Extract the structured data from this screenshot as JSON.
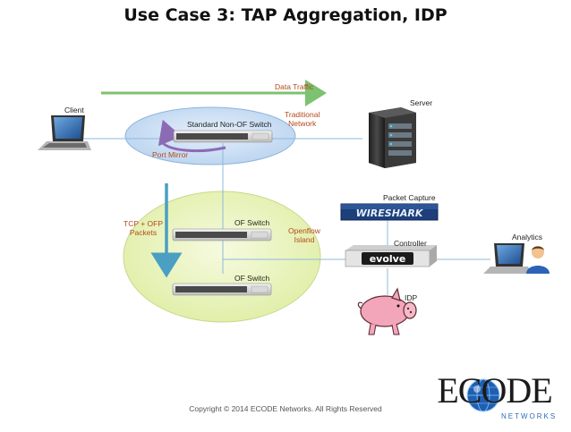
{
  "title": "Use Case 3: TAP Aggregation, IDP",
  "labels": {
    "data_traffic": "Data Traffic",
    "client": "Client",
    "server": "Server",
    "standard_switch": "Standard Non-OF Switch",
    "traditional_network": "Traditional\nNetwork",
    "port_mirror": "Port Mirror",
    "packet_capture": "Packet Capture",
    "tcp_ofp_packets": "TCP + OFP\nPackets",
    "of_switch_1": "OF Switch",
    "of_switch_2": "OF Switch",
    "openflow_island": "Openflow\nIsland",
    "controller": "Controller",
    "analytics": "Analytics",
    "idp": "IDP",
    "wireshark": "WIRESHARK",
    "evolve": "evolve"
  },
  "copyright": "Copyright © 2014 ECODE Networks. All Rights Reserved",
  "logo": {
    "main": "ECODE",
    "sub": "NETWORKS"
  },
  "colors": {
    "arrow_green": "#7cc270",
    "arrow_blue": "#4a9fc3",
    "mirror_purple": "#8c6bb5",
    "ellipse_blue": "#cfe1f5",
    "ellipse_green": "#ecf5c4",
    "line_blue": "#8fb8dc",
    "accent_red": "#b5491a"
  },
  "icons": {
    "client": "laptop-icon",
    "server": "server-tower-icon",
    "analytics": "laptop-user-icon",
    "idp": "pig-icon",
    "switch": "network-switch-icon",
    "controller": "rack-appliance-icon"
  }
}
